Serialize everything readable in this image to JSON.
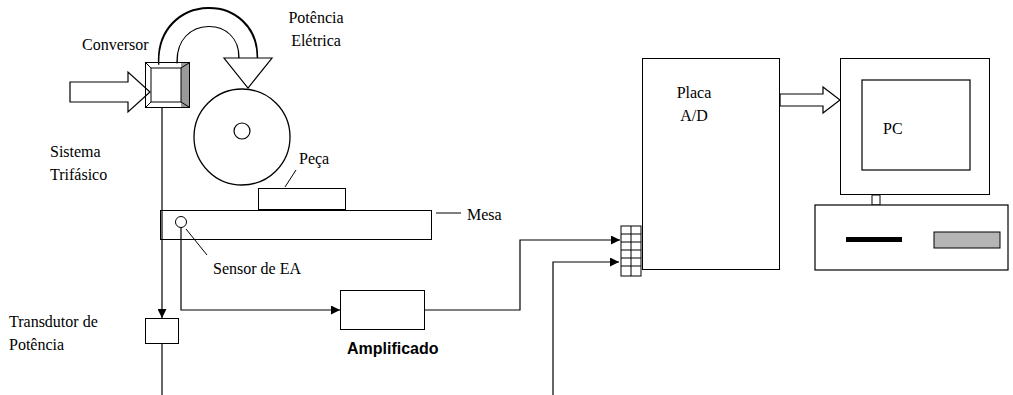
{
  "diagram": {
    "nodes": [
      {
        "text": [
          "Conversor"
        ]
      },
      {
        "text": [
          "Peça"
        ]
      },
      {
        "text": [
          "Mesa"
        ]
      },
      {
        "text": [
          "Sensor de EA"
        ],
        "in": 2
      },
      {
        "text": [
          "Transdutor de Potência"
        ]
      },
      {
        "text": [
          "Amplificado"
        ]
      },
      {
        "text": [
          "Placa A/D"
        ]
      },
      {
        "text": [
          "PC"
        ]
      }
    ],
    "edges": [
      {
        "from": 0,
        "to": 4,
        "arrow": "to"
      },
      {
        "from": 3,
        "to": 5,
        "arrow": "to"
      },
      {
        "from": 5,
        "to": 6,
        "arrow": "to"
      },
      {
        "from": 6,
        "to": 7,
        "arrow": "to"
      }
    ],
    "labels": [
      "Sistema Trifásico",
      "Potência Elétrica"
    ]
  }
}
